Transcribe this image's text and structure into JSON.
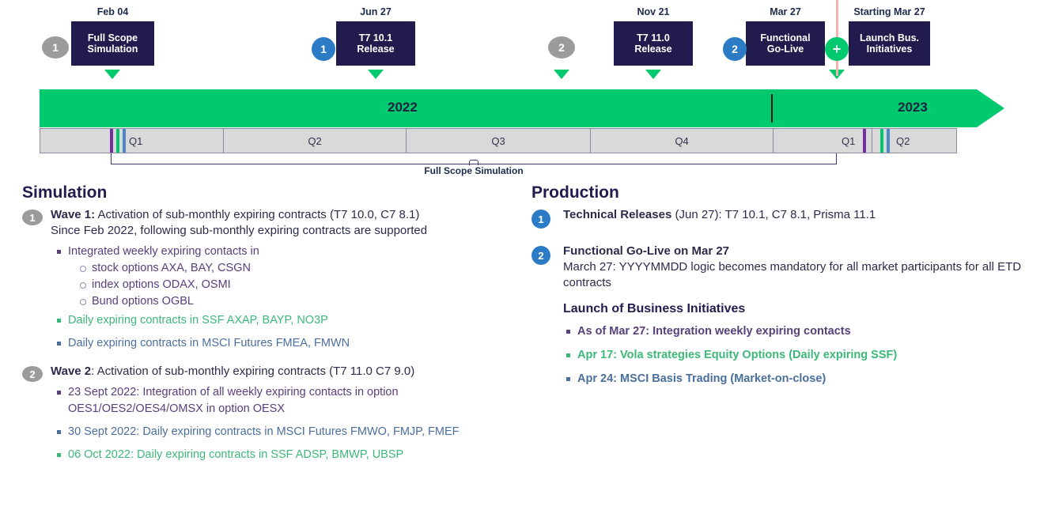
{
  "theme": {
    "navy": "#221c4e",
    "green": "#00c96e",
    "blue": "#2b7cc4",
    "grey": "#9b9b9b",
    "quarter_fill": "#d9d9d9",
    "text_purple": "#58407c",
    "text_green": "#3cb878",
    "text_blue": "#4a6f9c"
  },
  "timeline": {
    "milestones": [
      {
        "date": "Feb 04",
        "line1": "Full Scope",
        "line2": "Simulation",
        "badge": "1",
        "badge_style": "grey"
      },
      {
        "date": "Jun 27",
        "line1": "T7 10.1",
        "line2": "Release",
        "badge": "1",
        "badge_style": "blue"
      },
      {
        "date": "",
        "line1": "",
        "line2": "",
        "badge": "2",
        "badge_style": "grey"
      },
      {
        "date": "Nov 21",
        "line1": "T7 11.0",
        "line2": "Release",
        "badge": "",
        "badge_style": ""
      },
      {
        "date": "Mar 27",
        "line1": "Functional",
        "line2": "Go-Live",
        "badge": "2",
        "badge_style": "blue"
      },
      {
        "date": "Starting Mar 27",
        "line1": "Launch Bus.",
        "line2": "Initiatives",
        "badge": "+",
        "badge_style": "green"
      }
    ],
    "years": [
      {
        "label": "2022"
      },
      {
        "label": "2023"
      }
    ],
    "quarters": [
      {
        "label": "Q1"
      },
      {
        "label": "Q2"
      },
      {
        "label": "Q3"
      },
      {
        "label": "Q4"
      },
      {
        "label": "Q1"
      },
      {
        "label": "Q2"
      }
    ],
    "bracket_label": "Full Scope Simulation"
  },
  "simulation": {
    "title": "Simulation",
    "wave1": {
      "badge": "1",
      "lead_bold": "Wave 1:",
      "lead_rest": " Activation of sub-monthly expiring contracts (T7 10.0, C7 8.1)",
      "line2": "Since Feb 2022, following sub-monthly expiring contracts are supported",
      "bullets": [
        {
          "text": "Integrated weekly expiring contacts in",
          "color": "purple",
          "sub": [
            {
              "text": "stock options AXA, BAY, CSGN",
              "color": "purple"
            },
            {
              "text": "index options ODAX, OSMI",
              "color": "purple"
            },
            {
              "text": "Bund options OGBL",
              "color": "purple"
            }
          ]
        },
        {
          "text": "Daily expiring contracts in SSF AXAP, BAYP, NO3P",
          "color": "green",
          "sub": []
        },
        {
          "text": "Daily expiring contracts in MSCI Futures FMEA, FMWN",
          "color": "blue",
          "sub": []
        }
      ]
    },
    "wave2": {
      "badge": "2",
      "lead_bold": "Wave 2",
      "lead_rest": ": Activation of sub-monthly expiring contracts (T7 11.0 C7 9.0)",
      "bullets": [
        {
          "text": "23 Sept 2022: Integration of all weekly expiring contacts in option OES1/OES2/OES4/OMSX in option OESX",
          "color": "purple"
        },
        {
          "text": "30 Sept 2022: Daily expiring contracts in MSCI Futures FMWO, FMJP, FMEF",
          "color": "blue"
        },
        {
          "text": "06 Oct 2022: Daily expiring contracts in SSF ADSP, BMWP, UBSP",
          "color": "green"
        }
      ]
    }
  },
  "production": {
    "title": "Production",
    "item1": {
      "badge": "1",
      "lead_bold": "Technical Releases",
      "lead_rest": " (Jun 27): T7 10.1, C7 8.1, Prisma 11.1"
    },
    "item2": {
      "badge": "2",
      "lead_bold": "Functional Go-Live on Mar 27",
      "line2": "March 27: YYYYMMDD logic becomes mandatory for all market participants for all ETD contracts"
    },
    "initiatives_title": "Launch of Business Initiatives",
    "initiatives": [
      {
        "text": "As of Mar 27: Integration weekly expiring contacts",
        "color": "purple"
      },
      {
        "text": "Apr 17: Vola strategies Equity Options (Daily expiring SSF)",
        "color": "green"
      },
      {
        "text": "Apr 24: MSCI Basis Trading (Market-on-close)",
        "color": "blue"
      }
    ]
  }
}
